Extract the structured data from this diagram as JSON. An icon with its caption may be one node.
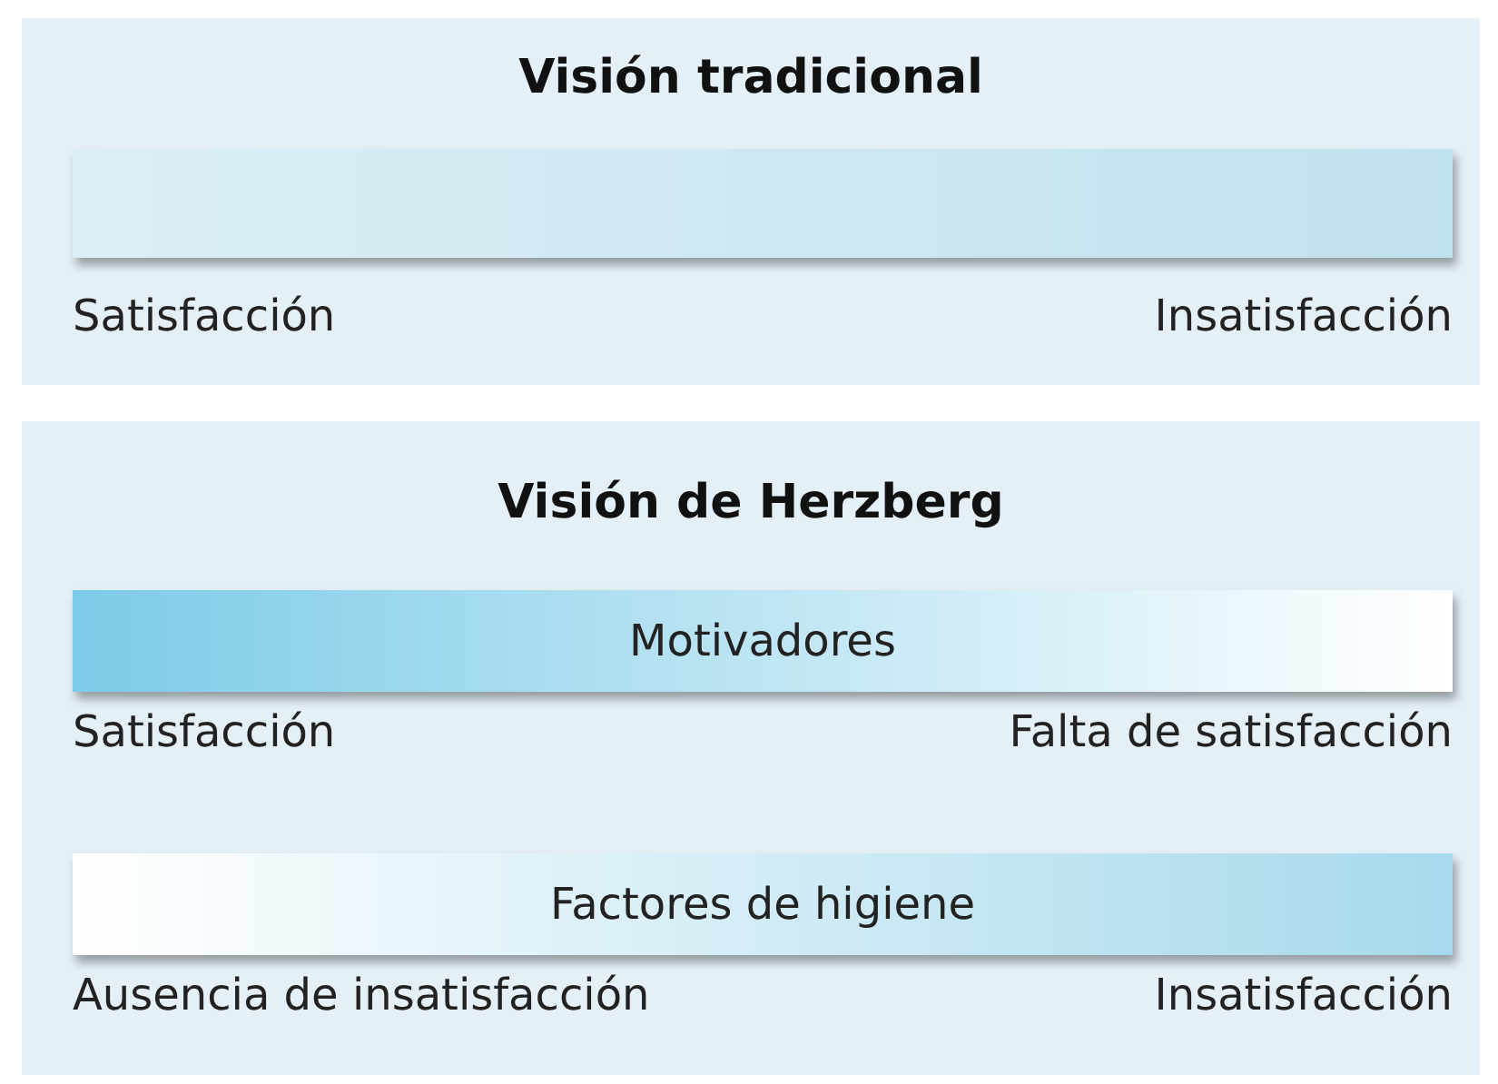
{
  "diagram": {
    "nodes": [
      {
        "text": [
          "Visión tradicional"
        ]
      },
      {
        "text": [],
        "shape": "bar",
        "in": 0,
        "beside": [
          "Satisfacción",
          "Insatisfacción"
        ]
      },
      {
        "text": [
          "Visión de Herzberg"
        ]
      },
      {
        "text": [
          "Motivadores"
        ],
        "in": 2,
        "beside": [
          "Satisfacción",
          "Falta de satisfacción"
        ]
      },
      {
        "text": [
          "Factores de higiene"
        ],
        "in": 2,
        "beside": [
          "Ausencia de insatisfacción",
          "Insatisfacción"
        ]
      }
    ]
  }
}
